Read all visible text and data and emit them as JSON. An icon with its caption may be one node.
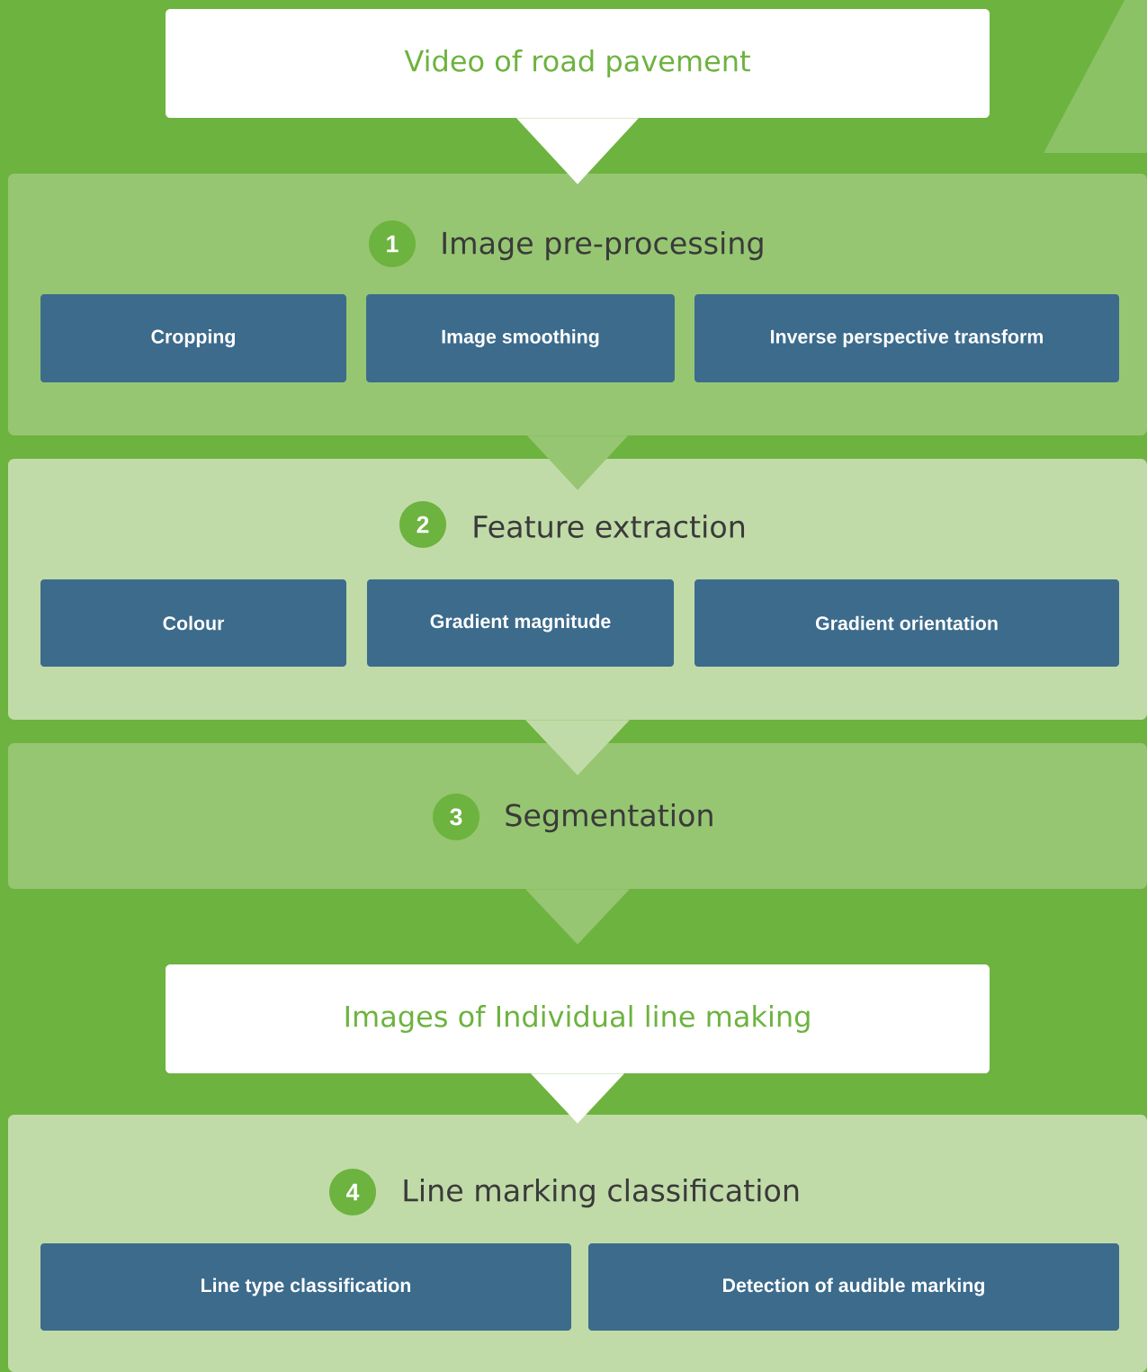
{
  "diagram": {
    "nodes": [
      {
        "text": [
          "Video of road pavement"
        ]
      },
      {
        "text": [
          "Image pre-processing"
        ]
      },
      {
        "text": [
          "1"
        ],
        "in": 1
      },
      {
        "text": [
          "Cropping"
        ],
        "in": 1
      },
      {
        "text": [
          "Image smoothing"
        ],
        "in": 1
      },
      {
        "text": [
          "Inverse perspective transform"
        ],
        "in": 1
      },
      {
        "text": [
          "Feature extraction"
        ]
      },
      {
        "text": [
          "2"
        ],
        "in": 6
      },
      {
        "text": [
          "Colour"
        ],
        "in": 6
      },
      {
        "text": [
          "Gradient magnitude"
        ],
        "in": 6
      },
      {
        "text": [
          "Gradient orientation"
        ],
        "in": 6
      },
      {
        "text": [
          "Segmentation"
        ]
      },
      {
        "text": [
          "3"
        ],
        "in": 11
      },
      {
        "text": [
          "Images of Individual line making"
        ]
      },
      {
        "text": [
          "Line marking classification"
        ]
      },
      {
        "text": [
          "4"
        ],
        "in": 14
      },
      {
        "text": [
          "Line type classification"
        ],
        "in": 14
      },
      {
        "text": [
          "Detection of audible marking"
        ],
        "in": 14
      }
    ],
    "edges": [
      {
        "from": 0,
        "to": 1,
        "arrow": "to"
      },
      {
        "from": 1,
        "to": 6,
        "arrow": "to"
      },
      {
        "from": 6,
        "to": 11,
        "arrow": "to"
      },
      {
        "from": 11,
        "to": 13,
        "arrow": "to"
      },
      {
        "from": 13,
        "to": 14,
        "arrow": "to"
      }
    ]
  }
}
